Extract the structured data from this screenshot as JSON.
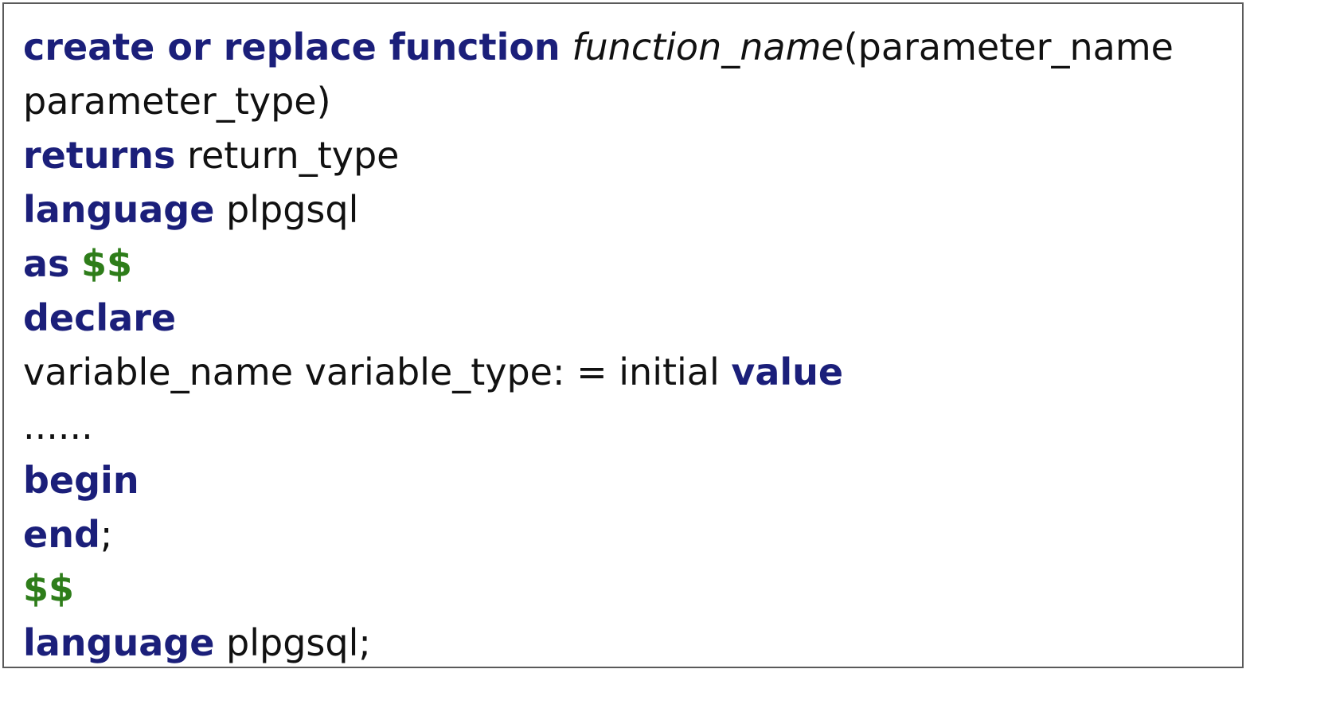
{
  "colors": {
    "keyword": "#1b1f7a",
    "dollar": "#2e7d1a",
    "text": "#111111",
    "border": "#5a5a5a"
  },
  "code": {
    "line1": {
      "keyword": "create or replace function",
      "space": " ",
      "function_name": "function_name",
      "rest": "(parameter_name"
    },
    "line2": {
      "text": "parameter_type)"
    },
    "line3": {
      "keyword": "returns",
      "rest": " return_type"
    },
    "line4": {
      "keyword": "language",
      "rest": " plpgsql"
    },
    "line5": {
      "keyword": "as",
      "space": " ",
      "dollar": "$$"
    },
    "line6": {
      "keyword": "declare"
    },
    "line7": {
      "text": "variable_name variable_type: = initial ",
      "keyword": "value"
    },
    "line8": {
      "text": "......"
    },
    "line9": {
      "keyword": "begin"
    },
    "line10": {
      "keyword": "end",
      "rest": ";"
    },
    "line11": {
      "dollar": "$$"
    },
    "line12": {
      "keyword": "language",
      "rest": " plpgsql;"
    }
  }
}
